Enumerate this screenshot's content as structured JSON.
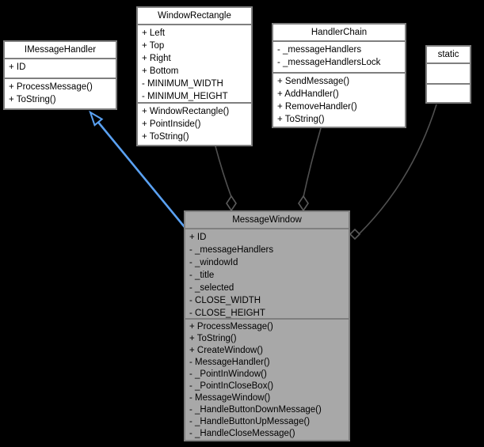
{
  "diagram": {
    "title": "MessageWindow class diagram",
    "colors": {
      "background": "#000000",
      "box_fill": "#ffffff",
      "selected_box_fill": "#a8a8a8",
      "box_border": "#7f7f7f",
      "text": "#000000",
      "aggregation_line": "#505050",
      "diamond_outline": "#5a5a5a",
      "generalization_line": "#5aa1f2"
    },
    "classes": [
      {
        "name": "IMessageHandler",
        "attributes": [
          "+ ID"
        ],
        "methods": [
          "+ ProcessMessage()",
          "+ ToString()"
        ]
      },
      {
        "name": "WindowRectangle",
        "attributes": [
          "+ Left",
          "+ Top",
          "+ Right",
          "+ Bottom",
          "- MINIMUM_WIDTH",
          "- MINIMUM_HEIGHT"
        ],
        "methods": [
          "+ WindowRectangle()",
          "+ PointInside()",
          "+ ToString()"
        ]
      },
      {
        "name": "HandlerChain",
        "attributes": [
          "- _messageHandlers",
          "- _messageHandlersLock"
        ],
        "methods": [
          "+ SendMessage()",
          "+ AddHandler()",
          "+ RemoveHandler()",
          "+ ToString()"
        ]
      },
      {
        "name": "static",
        "attributes": [],
        "methods": []
      },
      {
        "name": "MessageWindow",
        "attributes": [
          "+ ID",
          "- _messageHandlers",
          "- _windowId",
          "- _title",
          "- _selected",
          "- CLOSE_WIDTH",
          "- CLOSE_HEIGHT"
        ],
        "methods": [
          "+ ProcessMessage()",
          "+ ToString()",
          "+ CreateWindow()",
          "- MessageHandler()",
          "- _PointInWindow()",
          "- _PointInCloseBox()",
          "- MessageWindow()",
          "- _HandleButtonDownMessage()",
          "- _HandleButtonUpMessage()",
          "- _HandleCloseMessage()"
        ]
      }
    ],
    "relationships": [
      {
        "type": "generalization",
        "from": "MessageWindow",
        "to": "IMessageHandler"
      },
      {
        "type": "aggregation",
        "from": "MessageWindow",
        "to": "WindowRectangle"
      },
      {
        "type": "aggregation",
        "from": "MessageWindow",
        "to": "HandlerChain"
      },
      {
        "type": "aggregation",
        "from": "MessageWindow",
        "to": "static"
      }
    ]
  }
}
